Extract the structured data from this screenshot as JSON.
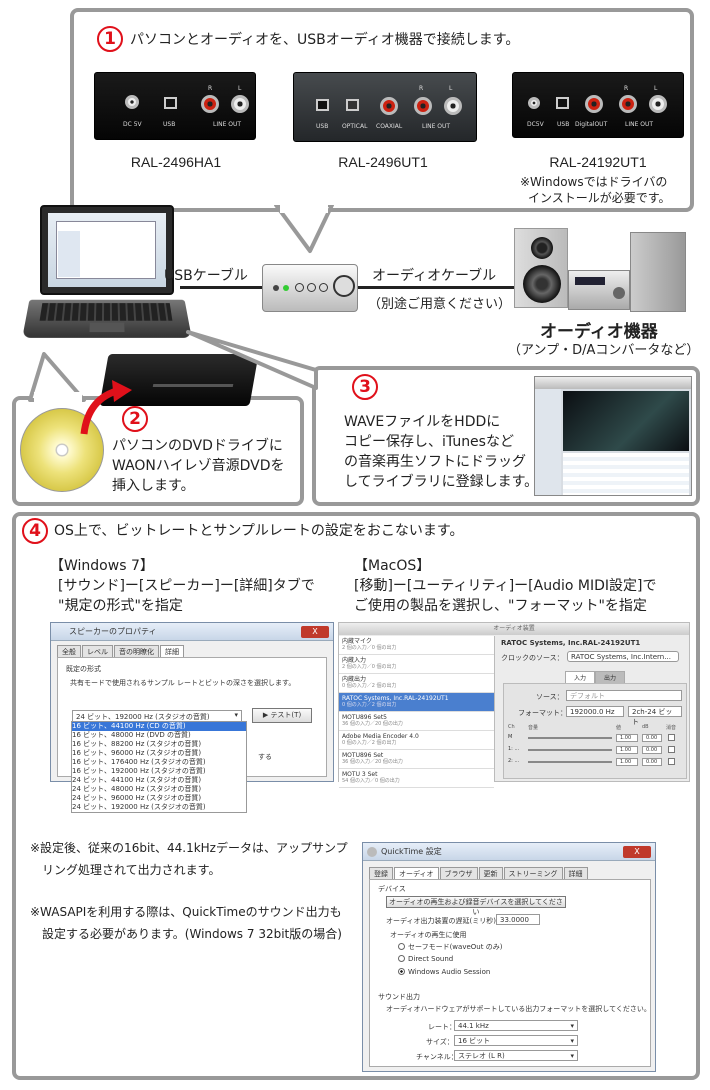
{
  "step1": {
    "num": "1",
    "text": "パソコンとオーディオを、USBオーディオ機器で接続します。",
    "devices": [
      {
        "name": "RAL-2496HA1",
        "labels": [
          "DC 5V",
          "USB",
          "LINE OUT",
          "R",
          "L"
        ]
      },
      {
        "name": "RAL-2496UT1",
        "labels": [
          "USB",
          "OPTICAL",
          "COAXIAL",
          "LINE OUT",
          "R",
          "L"
        ]
      },
      {
        "name": "RAL-24192UT1",
        "labels": [
          "DC5V",
          "USB",
          "DigitalOUT",
          "LINE OUT",
          "R",
          "L"
        ]
      }
    ],
    "note_line1": "※Windowsではドライバの",
    "note_line2": "インストールが必要です。"
  },
  "connection": {
    "usb_cable": "USBケーブル",
    "audio_cable": "オーディオケーブル",
    "separate": "（別途ご用意ください）",
    "audio_device": "オーディオ機器",
    "audio_device_sub": "（アンプ・D/Aコンバータなど）"
  },
  "step2": {
    "num": "2",
    "line1": "パソコンのDVDドライブに",
    "line2": "WAONハイレゾ音源DVDを",
    "line3": "挿入します。"
  },
  "step3": {
    "num": "3",
    "line1": "WAVEファイルをHDDに",
    "line2": "コピー保存し、iTunesなど",
    "line3": "の音楽再生ソフトにドラッグ",
    "line4": "してライブラリに登録します。"
  },
  "step4": {
    "num": "4",
    "title": "OS上で、ビットレートとサンプルレートの設定をおこないます。",
    "win_head": "【Windows 7】",
    "win_line1": "[サウンド]ー[スピーカー]ー[詳細]タブで",
    "win_line2": "\"規定の形式\"を指定",
    "mac_head": "【MacOS】",
    "mac_line1": "[移動]ー[ユーティリティ]ー[Audio MIDI設定]で",
    "mac_line2": "ご使用の製品を選択し、\"フォーマット\"を指定",
    "note1_line1": "※設定後、従来の16bit、44.1kHzデータは、アップサンプ",
    "note1_line2": "リング処理されて出力されます。",
    "note2_line1": "※WASAPIを利用する際は、QuickTimeのサウンド出力も",
    "note2_line2": "設定する必要があります。(Windows 7 32bit版の場合)"
  },
  "win_dialog": {
    "title": "スピーカーのプロパティ",
    "close": "X",
    "tabs": [
      "全般",
      "レベル",
      "音の明瞭化",
      "詳細"
    ],
    "section": "既定の形式",
    "desc": "共有モードで使用されるサンプル レートとビットの深さを選択します。",
    "selected": "24 ビット、192000 Hz (スタジオの音質)",
    "test_btn": "テスト(T)",
    "options": [
      "16 ビット、44100 Hz (CD の音質)",
      "16 ビット、48000 Hz (DVD の音質)",
      "16 ビット、88200 Hz (スタジオの音質)",
      "16 ビット、96000 Hz (スタジオの音質)",
      "16 ビット、176400 Hz (スタジオの音質)",
      "16 ビット、192000 Hz (スタジオの音質)",
      "24 ビット、44100 Hz (スタジオの音質)",
      "24 ビット、48000 Hz (スタジオの音質)",
      "24 ビット、96000 Hz (スタジオの音質)",
      "24 ビット、192000 Hz (スタジオの音質)"
    ],
    "side_text": "する"
  },
  "mac_dialog": {
    "title": "オーディオ装置",
    "devices": [
      {
        "name": "内蔵マイク",
        "sub": "2 個の入力／0 個の出力"
      },
      {
        "name": "内蔵入力",
        "sub": "2 個の入力／0 個の出力"
      },
      {
        "name": "内蔵出力",
        "sub": "0 個の入力／2 個の出力"
      },
      {
        "name": "RATOC Systems, Inc.RAL-24192UT1",
        "sub": "0 個の入力／2 個の出力"
      },
      {
        "name": "MOTU896 Set5",
        "sub": "36 個の入力／20 個の出力"
      },
      {
        "name": "Adobe Media Encoder 4.0",
        "sub": "0 個の入力／2 個の出力"
      },
      {
        "name": "MOTU896 Set",
        "sub": "36 個の入力／20 個の出力"
      },
      {
        "name": "MOTU 3 Set",
        "sub": "54 個の入力／0 個の出力"
      }
    ],
    "device_title": "RATOC Systems, Inc.RAL-24192UT1",
    "clock_label": "クロックのソース：",
    "clock_value": "RATOC Systems, Inc.Intern...",
    "tab_in": "入力",
    "tab_out": "出力",
    "source_label": "ソース：",
    "source_value": "デフォルト",
    "format_label": "フォーマット：",
    "format_value": "192000.0 Hz",
    "format_value2": "2ch-24 ビット",
    "ch_headers": [
      "Ch",
      "音量",
      "値",
      "dB",
      "消音"
    ],
    "ch_rows": [
      {
        "ch": "M",
        "val": "1.00",
        "db": "0.00"
      },
      {
        "ch": "1: ...",
        "val": "1.00",
        "db": "0.00"
      },
      {
        "ch": "2: ...",
        "val": "1.00",
        "db": "0.00"
      }
    ]
  },
  "qt_dialog": {
    "title": "QuickTime 設定",
    "close": "X",
    "tabs": [
      "登録",
      "オーディオ",
      "ブラウザ",
      "更新",
      "ストリーミング",
      "詳細"
    ],
    "device_section": "デバイス",
    "device_btn": "オーディオの再生および録音デバイスを選択してください",
    "latency_label": "オーディオ出力装置の遅延(ミリ秒)：",
    "latency_value": "33.0000",
    "playback_label": "オーディオの再生に使用",
    "radios": [
      "セーフモード(waveOut のみ)",
      "Direct Sound",
      "Windows Audio Session"
    ],
    "sound_section": "サウンド出力",
    "sound_desc": "オーディオハードウェアがサポートしている出力フォーマットを選択してください。",
    "rate_label": "レート：",
    "rate_value": "44.1 kHz",
    "size_label": "サイズ：",
    "size_value": "16 ビット",
    "channel_label": "チャンネル：",
    "channel_value": "ステレオ (L R)"
  }
}
